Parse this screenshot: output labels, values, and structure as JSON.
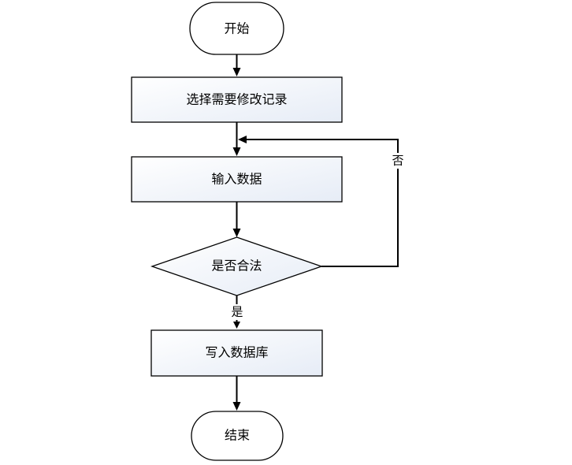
{
  "nodes": {
    "start": "开始",
    "select_record": "选择需要修改记录",
    "input_data": "输入数据",
    "is_valid": "是否合法",
    "write_db": "写入数据库",
    "end": "结束"
  },
  "edges": {
    "no_label": "否",
    "yes_label": "是"
  }
}
